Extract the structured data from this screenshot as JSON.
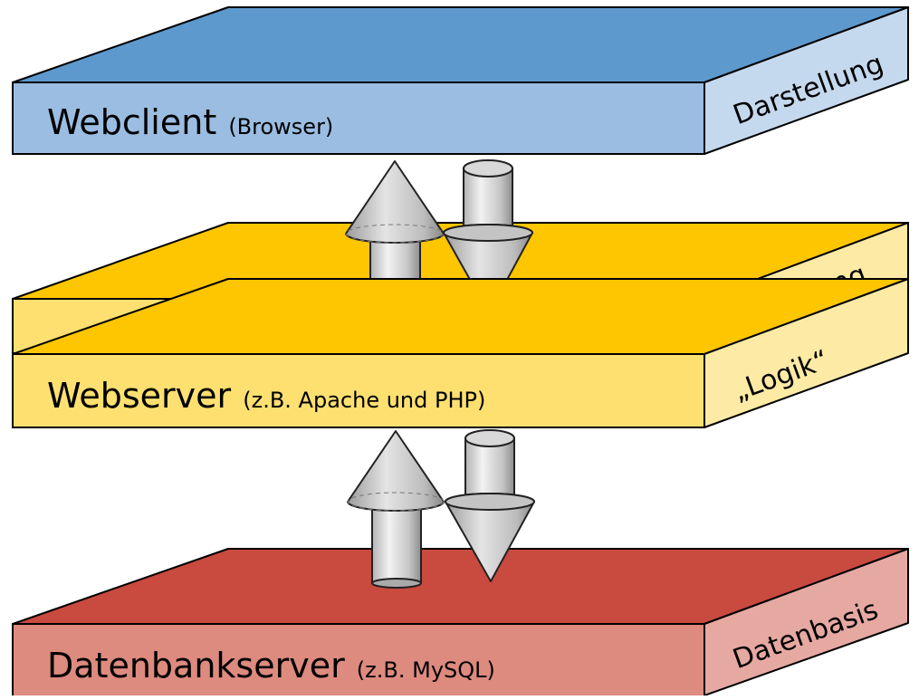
{
  "layers": {
    "client": {
      "title": "Webclient",
      "detail": "(Browser)",
      "side_label": "Darstellung",
      "colors": {
        "top": "#5d99cd",
        "front": "#9bbde2",
        "side": "#c5d9ee"
      }
    },
    "server": {
      "title": "Webserver",
      "detail": "(z.B. Apache und PHP)",
      "side_label": "„Logik“",
      "hidden_label_fragment": "lung",
      "colors": {
        "top": "#fec600",
        "front": "#fde070",
        "side": "#fdeaa4"
      }
    },
    "database": {
      "title": "Datenbankserver",
      "detail": "(z.B. MySQL)",
      "side_label": "Datenbasis",
      "colors": {
        "top": "#c94a3f",
        "front": "#dd8a7f",
        "side": "#e6a9a2"
      }
    }
  },
  "arrows": {
    "upper": {
      "up": "request-arrow",
      "down": "response-arrow"
    },
    "lower": {
      "up": "query-arrow",
      "down": "result-arrow"
    }
  }
}
